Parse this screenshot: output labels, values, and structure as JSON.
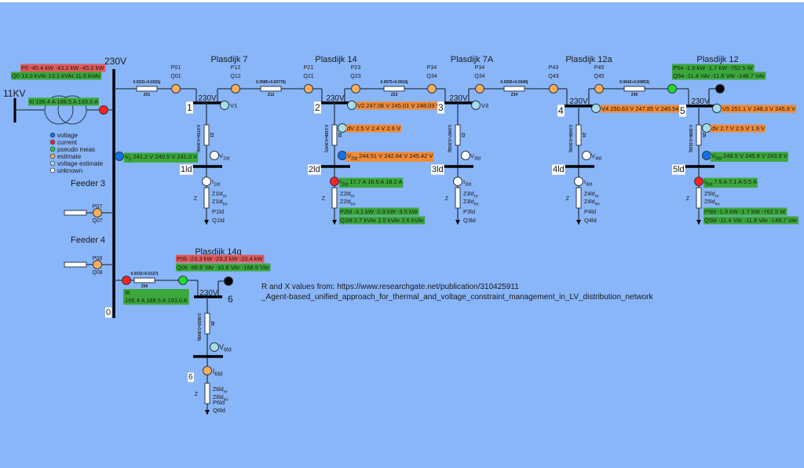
{
  "colors": {
    "background": "#89b5f9",
    "voltage": "#1570e8",
    "current": "#ff2020",
    "pseudo_meas": "#22dd22",
    "estimate": "#f6ae5a",
    "voltage_estimate": "#a8dcea",
    "unknown": "#ffffff",
    "box_red": "#e25a5a",
    "box_green": "#3aa83a",
    "box_orange": "#f08a35"
  },
  "source": {
    "hv_label": "11KV",
    "main_bus_voltage": "230V",
    "main_bus_label": "0",
    "p0": "P0 -45.4 kW -43.3 kW -45.0 kW",
    "q0": "Q0 13.0 kVAr 13.1 kVAr 11.6 kVAr",
    "i0": "I0 196.4 A 188.5 A 193.0 A",
    "v0_sym": "V",
    "v0_sub": "0",
    "v0_value": " 241.2 V 240.5 V 241.0 V"
  },
  "legend": [
    {
      "label": "voltage",
      "state": "voltage"
    },
    {
      "label": "current",
      "state": "current"
    },
    {
      "label": "pseudo meas",
      "state": "pseudo_meas"
    },
    {
      "label": "estimate",
      "state": "estimate"
    },
    {
      "label": "voltage estimate",
      "state": "voltage_estimate"
    },
    {
      "label": "unknown",
      "state": "unknown"
    }
  ],
  "lines": [
    {
      "name": "Z01",
      "value": "0.0231+0.0031j"
    },
    {
      "name": "Z12",
      "value": "0.0585+0.00776j"
    },
    {
      "name": "Z23",
      "value": "0.0075+0.0010j"
    },
    {
      "name": "Z34",
      "value": "0.0305+0.0040j"
    },
    {
      "name": "Z45",
      "value": "0.0643+0.00853j"
    }
  ],
  "flows": [
    {
      "p": "P01",
      "q": "Q01",
      "state": "estimate"
    },
    {
      "p": "P12",
      "q": "Q12",
      "state": "estimate"
    },
    {
      "p": "P21",
      "q": "Q21",
      "state": "estimate"
    },
    {
      "p": "P23",
      "q": "Q23",
      "state": "estimate"
    },
    {
      "p": "P34",
      "q": "Q34",
      "state": "estimate"
    },
    {
      "p": "P34",
      "q": "Q34",
      "state": "estimate"
    },
    {
      "p": "P43",
      "q": "Q43",
      "state": "estimate"
    },
    {
      "p": "P45",
      "q": "Q45",
      "state": "estimate"
    }
  ],
  "p54": "P54 -1.9 kW -1.7 kW -762.5 W",
  "q54": "Q54 -11.4 VAr -11.8 VAr -148.7 VAr",
  "buses": [
    {
      "num": "1",
      "voltage": "230V",
      "area": "Plasdijk 7",
      "v": "V1",
      "v_state": "voltage_estimate",
      "z_name": "Z1",
      "z_value": "0.0730+0.0034j",
      "dv": "",
      "ld_label": "1ld",
      "vld_sym": "V",
      "vld_sub": "1ld",
      "vld_value": "",
      "vld_state": "unknown",
      "ild_sym": "I",
      "ild_sub": "1ld",
      "ild_value": "",
      "ild_state": "unknown",
      "z_sym": "Z",
      "zre": "Z1ld",
      "zim": "Z1ld",
      "re": "re",
      "im": "im",
      "p": "P1ld",
      "q": "Q1ld"
    },
    {
      "num": "2",
      "voltage": "230V",
      "area": "Plasdijk 14",
      "v": "V2 247.06 V 245.01 V 248.03 V",
      "v_state": "voltage_estimate",
      "z_name": "Z2",
      "z_value": "0.1438+0.0047j",
      "dv": "dV 2.5 V 2.4 V 2.6 V",
      "ld_label": "2ld",
      "vld_sym": "V",
      "vld_sub": "2ld",
      "vld_value": " 244.51 V 242.64 V 245.42 V",
      "vld_state": "voltage",
      "ild_sym": "I",
      "ild_sub": "2ld",
      "ild_value": " 17.7 A 16.5 A 18.2 A",
      "ild_state": "current",
      "z_sym": "Z",
      "zre": "Z2ld",
      "zim": "Z2ld",
      "re": "re",
      "im": "im",
      "p": "P2ld -3.1 kW -2.9 kW -3.5 kW",
      "q": "Q2ld 2.7 kVAr 2.5 kVAr 2.6 kVAr"
    },
    {
      "num": "3",
      "voltage": "230V",
      "area": "Plasdijk 7A",
      "v": "V3",
      "v_state": "voltage_estimate",
      "z_name": "Z3",
      "z_value": "0.0497+0.0032j",
      "dv": "",
      "ld_label": "3ld",
      "vld_sym": "V",
      "vld_sub": "3ld",
      "vld_value": "",
      "vld_state": "unknown",
      "ild_sym": "I",
      "ild_sub": "3ld",
      "ild_value": "",
      "ild_state": "unknown",
      "z_sym": "Z",
      "zre": "Z3ld",
      "zim": "Z3ld",
      "re": "re",
      "im": "im",
      "p": "P3ld",
      "q": "Q3ld"
    },
    {
      "num": "4",
      "voltage": "230V",
      "area": "Plasdijk 12a",
      "v": "V4 250.63 V 247.85 V 245.54",
      "v_state": "voltage_estimate",
      "z_name": "Z4",
      "z_value": "0.0436+0.0030j",
      "dv": "",
      "ld_label": "4ld",
      "vld_sym": "V",
      "vld_sub": "4ld",
      "vld_value": "",
      "vld_state": "unknown",
      "ild_sym": "I",
      "ild_sub": "4ld",
      "ild_value": "",
      "ild_state": "unknown",
      "z_sym": "Z",
      "zre": "Z4ld",
      "zim": "Z4ld",
      "re": "re",
      "im": "im",
      "p": "P4ld",
      "q": "Q4ld"
    },
    {
      "num": "5",
      "voltage": "230V",
      "area": "Plasdijk 12",
      "v": "V5 251.1 V 248.3 V 245.9 V",
      "v_state": "voltage_estimate",
      "z_name": "Z5",
      "z_value": "0.3598+0.0120j",
      "dv": "dV 2.7 V 2.5 V 1.9 V",
      "ld_label": "5ld",
      "vld_sym": "V",
      "vld_sub": "5ld",
      "vld_value": " 248.5 V 245.8 V 243.9 V",
      "vld_state": "voltage",
      "ild_sym": "I",
      "ild_sub": "5ld",
      "ild_value": " 7.5 A 7.1 A 5.5 A",
      "ild_state": "current",
      "z_sym": "Z",
      "zre": "Z5ld",
      "zim": "Z5ld",
      "re": "re",
      "im": "im",
      "p": "P5ld -1.9 kW -1.7 kW -762.5 W",
      "q": "Q5ld -11.4 VAr -11.8 VAr -148.7 VAr"
    }
  ],
  "feeder3": {
    "label": "Feeder 3",
    "p": "P07",
    "q": "Q07",
    "state": "estimate"
  },
  "feeder4": {
    "label": "Feeder 4",
    "p": "P08",
    "q": "Q08",
    "state": "estimate"
  },
  "feeder6": {
    "area": "Plasdijk 14g",
    "p06": "P06 -23.3 kW -23.2 kW -23.4 kW",
    "q06": "Q06 -66.6 VAr -10.8 VAr -168.9 VAr",
    "line_name": "Z06",
    "line_value": "0.0332+0.0127j",
    "i6_title": "I6",
    "i6_value": "196.4 A 188.5 A 193.0 A",
    "num": "6",
    "voltage": "230V",
    "z_name": "Z6",
    "z_value": "0.0602+0.0006j",
    "ld_label": "6",
    "vld_sym": "V",
    "vld_sub": "6ld",
    "ild_sym": "I",
    "ild_sub": "6ld",
    "z_sym": "Z",
    "zre": "Z6ld",
    "zim": "Z6ld",
    "re": "re",
    "im": "im",
    "p": "P6ld",
    "q": "Q6ld"
  },
  "reference": {
    "line1": "R and X values from: https://www.researchgate.net/publication/310425911",
    "line2": "_Agent-based_unified_approach_for_thermal_and_voltage_constraint_management_in_LV_distribution_network"
  }
}
